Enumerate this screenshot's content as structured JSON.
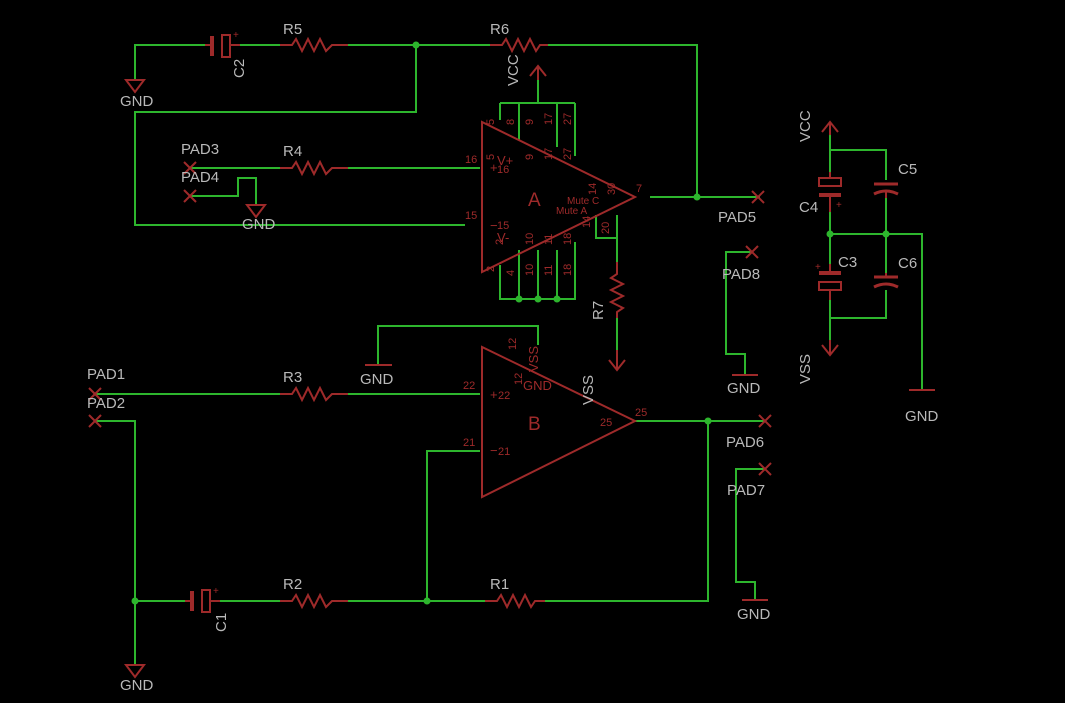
{
  "components": {
    "resistors": [
      "R1",
      "R2",
      "R3",
      "R4",
      "R5",
      "R6",
      "R7"
    ],
    "capacitors": [
      "C1",
      "C2",
      "C3",
      "C4",
      "C5",
      "C6"
    ],
    "pads": [
      "PAD1",
      "PAD2",
      "PAD3",
      "PAD4",
      "PAD5",
      "PAD6",
      "PAD7",
      "PAD8"
    ],
    "gnd": "GND",
    "vcc": "VCC",
    "vss": "VSS",
    "amp_a": "A",
    "amp_b": "B",
    "mute_a": "Mute A",
    "mute_c": "Mute C",
    "supply_plus": "V+",
    "supply_minus": "V-"
  },
  "pins_a": {
    "p5": "5",
    "p8": "8",
    "p9": "9",
    "p17": "17",
    "p27": "27",
    "p16": "16",
    "p15": "15",
    "p7": "7",
    "p14": "14",
    "p30": "30",
    "p20": "20",
    "p2": "2",
    "p4": "4",
    "p10": "10",
    "p11": "11",
    "p18": "18",
    "in16": "16",
    "in15": "15"
  },
  "pins_b": {
    "p12": "12",
    "p22": "22",
    "p21": "21",
    "p25": "25",
    "in22": "22",
    "in21": "21",
    "out25": "25"
  },
  "colors": {
    "background": "#000000",
    "wire": "#2db52d",
    "part": "#9e2a2a",
    "label": "#b9b9b9"
  }
}
